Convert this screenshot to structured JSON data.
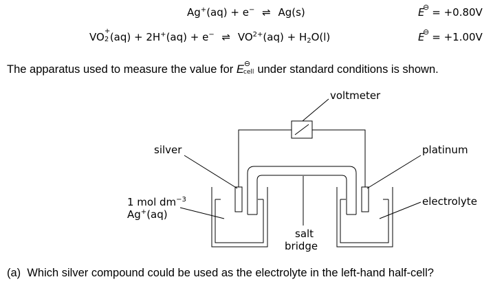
{
  "half_equations": [
    {
      "lhs_parts": [
        "Ag",
        "+",
        "(aq)  +  e",
        "−"
      ],
      "arrow": "⇌",
      "rhs": "Ag(s)",
      "e_symbol": "E",
      "theta": "⊖",
      "value": " = +0.80V"
    },
    {
      "lhs_parts": [
        "VO",
        "+",
        "2",
        "(aq)  +  2H",
        "+",
        "(aq)  +  e",
        "−"
      ],
      "arrow": "⇌",
      "rhs_parts": [
        "VO",
        "2+",
        "(aq)  +  H",
        "2",
        "O(l)"
      ],
      "e_symbol": "E",
      "theta": "⊖",
      "value": " = +1.00V"
    }
  ],
  "intro": {
    "before": "The apparatus used to measure the value for ",
    "e_symbol": "E",
    "theta": "⊖",
    "subscript": "cell",
    "after": " under standard conditions is shown."
  },
  "labels": {
    "voltmeter": "voltmeter",
    "silver": "silver",
    "platinum": "platinum",
    "electrolyte": "electrolyte",
    "concentration_value": "1 mol dm",
    "concentration_exp": "−3",
    "ion": "Ag",
    "ion_charge": "+",
    "ion_state": "(aq)",
    "salt": "salt",
    "bridge": "bridge"
  },
  "question": {
    "part": "(a)",
    "text": "Which silver compound could be used as the electrolyte in the left-hand half-cell?"
  }
}
